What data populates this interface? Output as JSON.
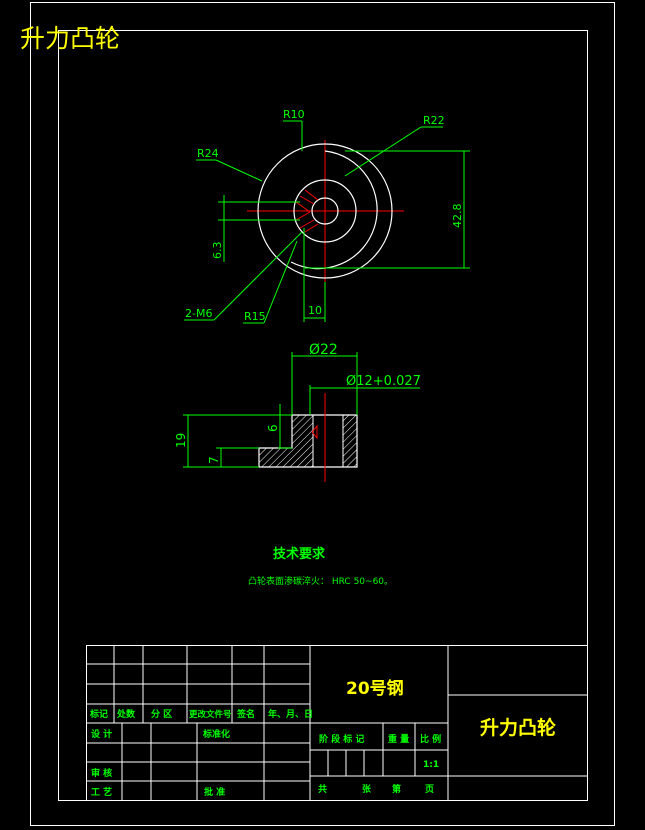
{
  "header": {
    "title": "升力凸轮"
  },
  "top_view": {
    "r10": "R10",
    "r22": "R22",
    "r24": "R24",
    "r15": "R15",
    "m6": "2-M6",
    "d428": "42.8",
    "d63": "6.3",
    "d10": "10"
  },
  "section_view": {
    "dia22": "Ø22",
    "dia12": "Ø12+0.027",
    "h19": "19",
    "h6": "6",
    "h7": "7"
  },
  "tech_req": {
    "title": "技术要求",
    "line1": "凸轮表面渗碳淬火： HRC 50~60。"
  },
  "title_block": {
    "material": "20号钢",
    "part_name": "升力凸轮",
    "row_labels": [
      "标记",
      "处数",
      "分 区",
      "更改文件号",
      "签名",
      "年、月、日"
    ],
    "design": "设 计",
    "standardize": "标准化",
    "check": "审 核",
    "process": "工 艺",
    "approve": "批 准",
    "stage_labels": [
      "阶 段 标 记",
      "重 量",
      "比 例"
    ],
    "scale": "1:1",
    "sheets": [
      "共",
      "张",
      "第",
      "页"
    ]
  },
  "colors": {
    "line": "#ffffff",
    "outline": "#ffffff",
    "dimension": "#00ff00",
    "center": "#ff0000",
    "title": "#ffff00",
    "hatch": "#ffffff"
  }
}
